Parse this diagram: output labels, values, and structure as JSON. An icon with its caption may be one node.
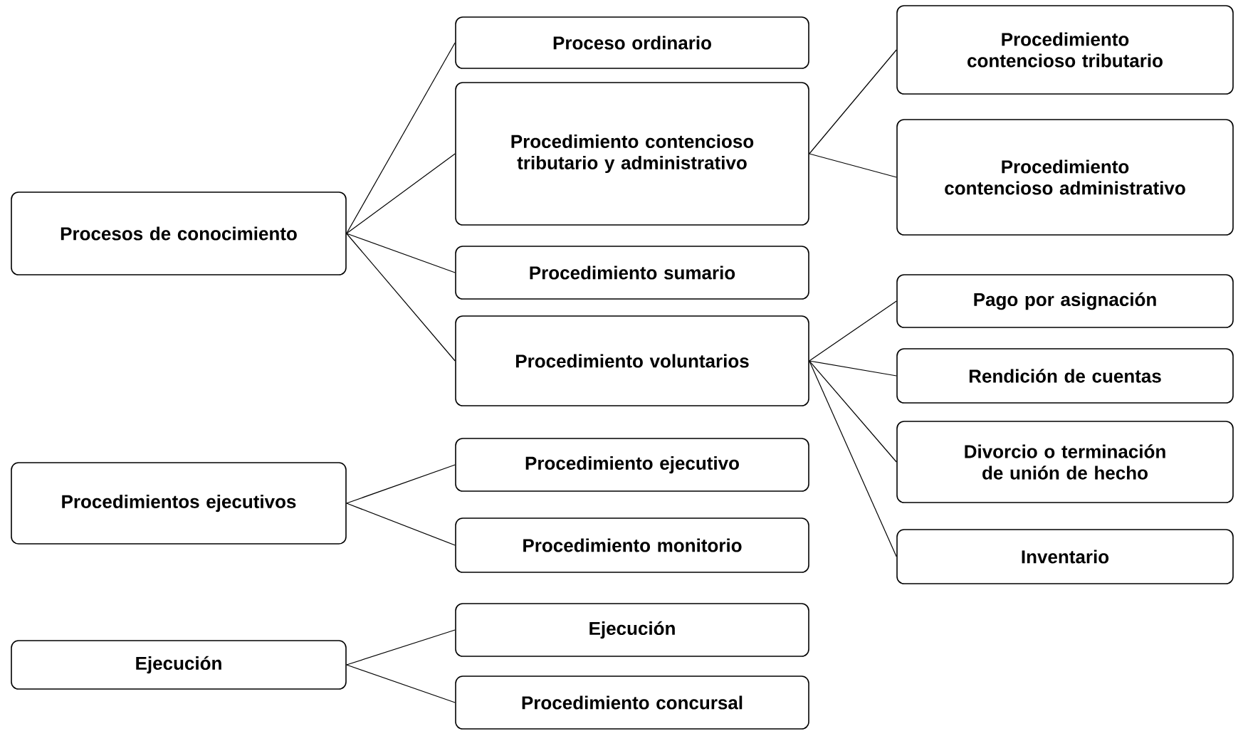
{
  "diagram": {
    "nodes": [
      {
        "text": [
          "Procesos de conocimiento"
        ]
      },
      {
        "text": [
          "Proceso ordinario"
        ]
      },
      {
        "text": [
          "Procedimiento contencioso tributario y administrativo"
        ]
      },
      {
        "text": [
          "Procedimiento contencioso tributario"
        ]
      },
      {
        "text": [
          "Procedimiento contencioso administrativo"
        ]
      },
      {
        "text": [
          "Procedimiento sumario"
        ]
      },
      {
        "text": [
          "Procedimiento voluntarios"
        ]
      },
      {
        "text": [
          "Pago por asignación"
        ]
      },
      {
        "text": [
          "Rendición de cuentas"
        ]
      },
      {
        "text": [
          "Divorcio o terminación de unión de hecho"
        ]
      },
      {
        "text": [
          "Inventario"
        ]
      },
      {
        "text": [
          "Procedimientos ejecutivos"
        ]
      },
      {
        "text": [
          "Procedimiento ejecutivo"
        ]
      },
      {
        "text": [
          "Procedimiento monitorio"
        ]
      },
      {
        "text": [
          "Ejecución"
        ]
      },
      {
        "text": [
          "Ejecución"
        ]
      },
      {
        "text": [
          "Procedimiento concursal"
        ]
      }
    ],
    "edges": [
      {
        "from": 0,
        "to": 1,
        "arrow": "none"
      },
      {
        "from": 0,
        "to": 2,
        "arrow": "none"
      },
      {
        "from": 0,
        "to": 5,
        "arrow": "none"
      },
      {
        "from": 0,
        "to": 6,
        "arrow": "none"
      },
      {
        "from": 2,
        "to": 3,
        "arrow": "none"
      },
      {
        "from": 2,
        "to": 4,
        "arrow": "none"
      },
      {
        "from": 6,
        "to": 7,
        "arrow": "none"
      },
      {
        "from": 6,
        "to": 8,
        "arrow": "none"
      },
      {
        "from": 6,
        "to": 9,
        "arrow": "none"
      },
      {
        "from": 6,
        "to": 10,
        "arrow": "none"
      },
      {
        "from": 11,
        "to": 12,
        "arrow": "none"
      },
      {
        "from": 11,
        "to": 13,
        "arrow": "none"
      },
      {
        "from": 14,
        "to": 15,
        "arrow": "none"
      },
      {
        "from": 14,
        "to": 16,
        "arrow": "none"
      }
    ]
  }
}
